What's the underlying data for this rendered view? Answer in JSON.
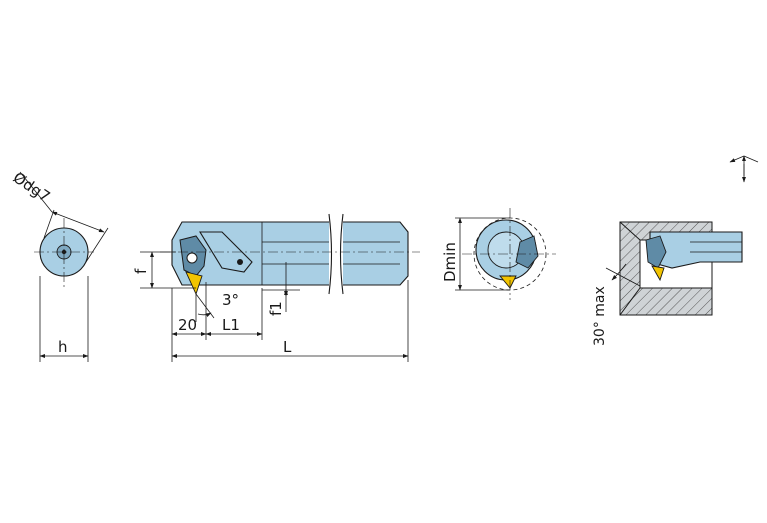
{
  "colors": {
    "tool_body": "#a9cfe4",
    "insert": "#f2c400",
    "workpiece": "#cfd3d6",
    "line": "#1a1a1a",
    "background": "#ffffff"
  },
  "labels": {
    "shank_diameter": "Ødg7",
    "height": "h",
    "offset_f": "f",
    "angle": "3°",
    "dim_20": "20",
    "length_L1": "L1",
    "offset_f1": "f1",
    "length_L": "L",
    "min_bore": "Dmin",
    "ramp_angle": "30° max"
  }
}
